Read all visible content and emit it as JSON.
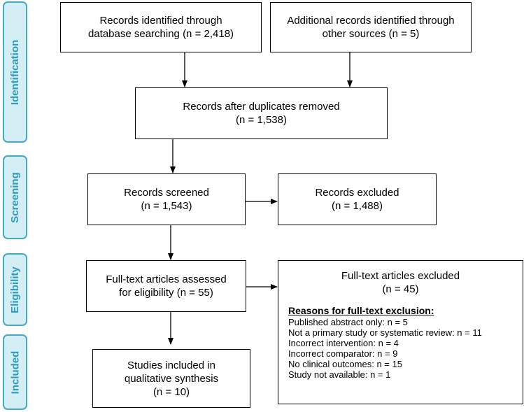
{
  "phases": {
    "identification": "Identification",
    "screening": "Screening",
    "eligibility": "Eligibility",
    "included": "Included"
  },
  "boxes": {
    "database_search": {
      "line1": "Records identified through",
      "line2": "database searching (n = 2,418)"
    },
    "other_sources": {
      "line1": "Additional records identified through",
      "line2": "other sources (n = 5)"
    },
    "duplicates_removed": {
      "line1": "Records after duplicates removed",
      "line2": "(n = 1,538)"
    },
    "screened": {
      "line1": "Records screened",
      "line2": "(n = 1,543)"
    },
    "excluded": {
      "line1": "Records excluded",
      "line2": "(n = 1,488)"
    },
    "fulltext_assessed": {
      "line1": "Full-text articles assessed",
      "line2": "for eligibility (n = 55)"
    },
    "fulltext_excluded": {
      "line1": "Full-text articles excluded",
      "line2": "(n = 45)",
      "reasons_title": "Reasons for full-text exclusion:",
      "reasons": [
        "Published abstract only: n = 5",
        "Not a primary study or systematic review: n = 11",
        "Incorrect intervention: n = 4",
        "Incorrect comparator: n = 9",
        "No clinical outcomes: n = 15",
        "Study not available: n = 1"
      ]
    },
    "included": {
      "line1": "Studies included in",
      "line2": "qualitative synthesis",
      "line3": "(n = 10)"
    }
  },
  "colors": {
    "phase_fill": "#d3eef5",
    "phase_border": "#46a9c6",
    "phase_text": "#2f9bbb",
    "box_border": "#000000",
    "arrow": "#000000"
  }
}
